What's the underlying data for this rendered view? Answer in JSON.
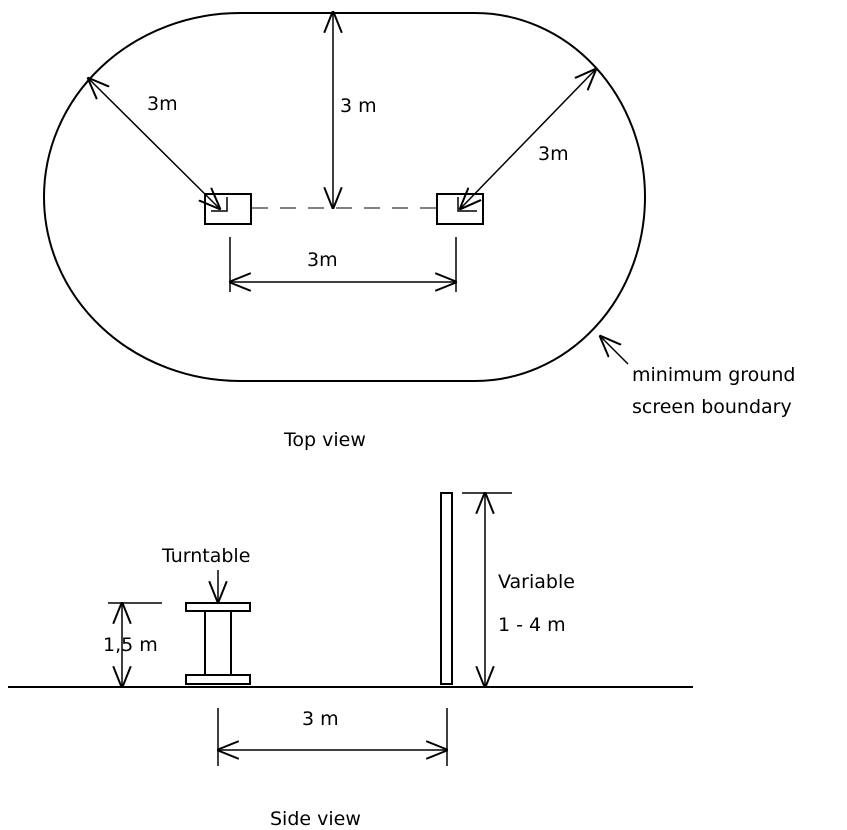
{
  "top_view": {
    "title": "Top view",
    "dim_left_diagonal": "3m",
    "dim_vertical": "3 m",
    "dim_right_diagonal": "3m",
    "dim_horizontal": "3m",
    "boundary_label_line1": "minimum ground",
    "boundary_label_line2": "screen boundary"
  },
  "side_view": {
    "title": "Side view",
    "turntable_label": "Turntable",
    "turntable_height": "1,5 m",
    "antenna_label": "Variable",
    "antenna_range": "1 - 4 m",
    "separation": "3 m"
  }
}
